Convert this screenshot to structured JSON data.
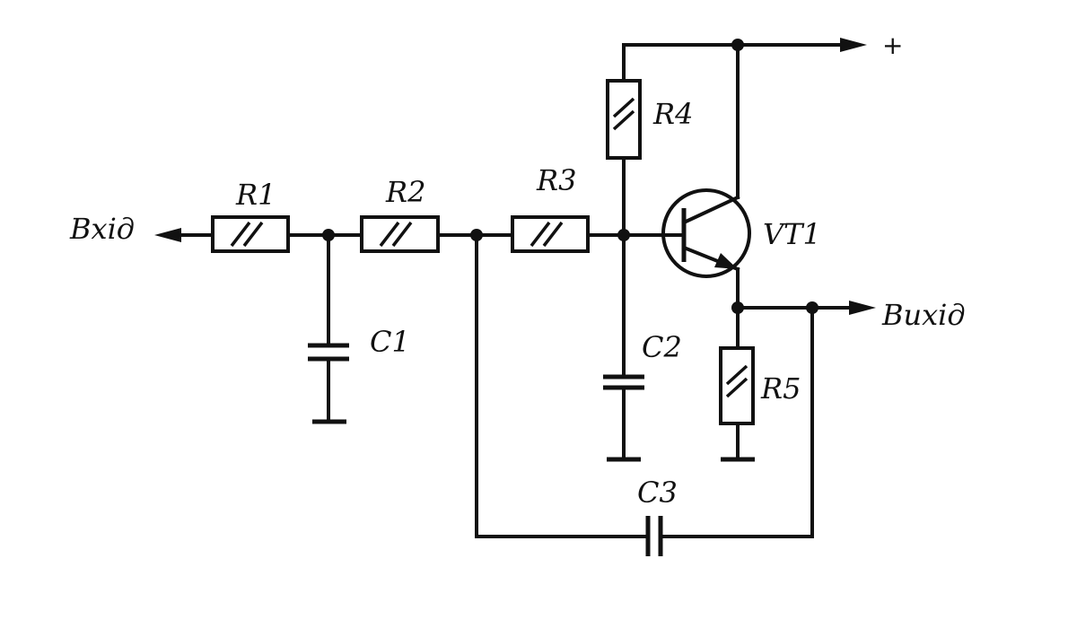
{
  "diagram": {
    "labels": {
      "input": "Вхід",
      "output": "Вихід",
      "supply": "+",
      "r1": "R1",
      "r2": "R2",
      "r3": "R3",
      "r4": "R4",
      "r5": "R5",
      "c1": "C1",
      "c2": "C2",
      "c3": "C3",
      "vt1": "VT1"
    },
    "ink_color": "#111111",
    "background_color": "#ffffff"
  }
}
